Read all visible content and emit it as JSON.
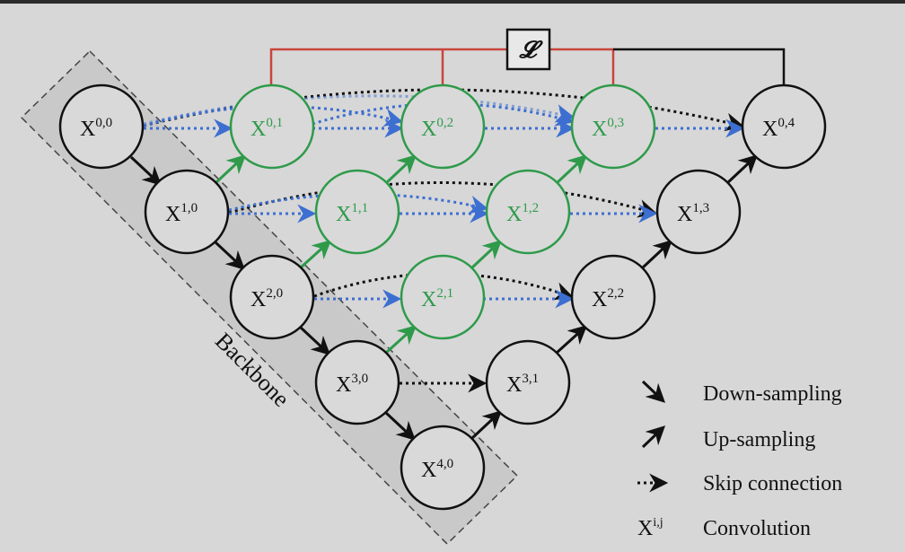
{
  "colors": {
    "background_frame": "#2b2b2b",
    "panel": "#d7d7d7",
    "backbone_fill": "#c9c9c9",
    "node_black": "#111111",
    "node_green": "#2e9a4a",
    "skip_blue": "#3d6fd1",
    "loss_red": "#c8453c"
  },
  "diagram": {
    "loss_symbol": "𝓛",
    "backbone_label": "Backbone",
    "nodes": [
      {
        "id": "0-0",
        "base": "X",
        "sup": "0,0",
        "style": "black"
      },
      {
        "id": "1-0",
        "base": "X",
        "sup": "1,0",
        "style": "black"
      },
      {
        "id": "2-0",
        "base": "X",
        "sup": "2,0",
        "style": "black"
      },
      {
        "id": "3-0",
        "base": "X",
        "sup": "3,0",
        "style": "black"
      },
      {
        "id": "4-0",
        "base": "X",
        "sup": "4,0",
        "style": "black"
      },
      {
        "id": "0-1",
        "base": "X",
        "sup": "0,1",
        "style": "green"
      },
      {
        "id": "1-1",
        "base": "X",
        "sup": "1,1",
        "style": "green"
      },
      {
        "id": "2-1",
        "base": "X",
        "sup": "2,1",
        "style": "green"
      },
      {
        "id": "3-1",
        "base": "X",
        "sup": "3,1",
        "style": "black"
      },
      {
        "id": "0-2",
        "base": "X",
        "sup": "0,2",
        "style": "green"
      },
      {
        "id": "1-2",
        "base": "X",
        "sup": "1,2",
        "style": "green"
      },
      {
        "id": "2-2",
        "base": "X",
        "sup": "2,2",
        "style": "black"
      },
      {
        "id": "0-3",
        "base": "X",
        "sup": "0,3",
        "style": "green"
      },
      {
        "id": "1-3",
        "base": "X",
        "sup": "1,3",
        "style": "black"
      },
      {
        "id": "0-4",
        "base": "X",
        "sup": "0,4",
        "style": "black"
      }
    ]
  },
  "legend": {
    "down_sampling": "Down-sampling",
    "up_sampling": "Up-sampling",
    "skip_connection": "Skip connection",
    "convolution_symbol_base": "X",
    "convolution_symbol_sup": "i,j",
    "convolution": "Convolution"
  }
}
